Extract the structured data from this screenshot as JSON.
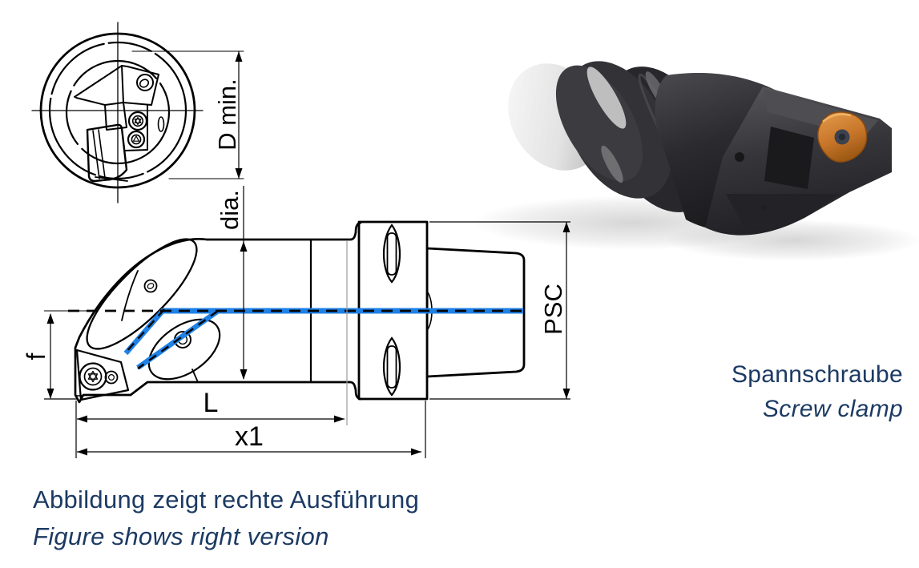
{
  "drawing": {
    "labels": {
      "d_min": "D min.",
      "dia": "dia.",
      "f": "f",
      "L": "L",
      "x1": "x1",
      "psc": "PSC"
    },
    "coolant_color": "#1e81e6",
    "line_color": "#000000"
  },
  "photo": {
    "caption_de": "Spannschraube",
    "caption_en": "Screw clamp",
    "insert_color": "#c8762a"
  },
  "footer": {
    "note_de": "Abbildung zeigt rechte Ausführung",
    "note_en": "Figure shows right version",
    "text_color": "#1c3a63"
  }
}
